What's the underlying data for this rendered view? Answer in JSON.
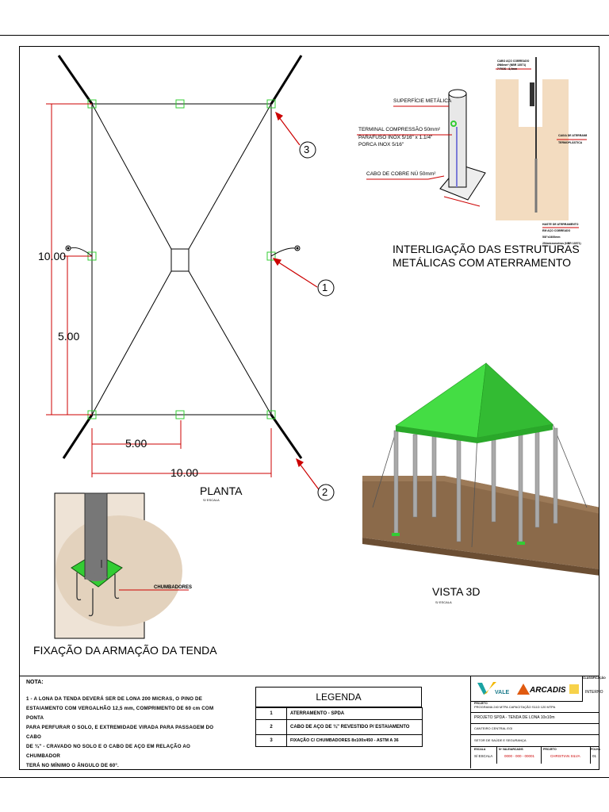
{
  "drawing": {
    "plan": {
      "title": "PLANTA",
      "scale": "S/ ESCALA",
      "dim_height_total": "10.00",
      "dim_height_half": "5.00",
      "dim_width_half": "5.00",
      "dim_width_total": "10.00",
      "callouts": [
        "1",
        "2",
        "3"
      ]
    },
    "detail_ground": {
      "title": "INTERLIGAÇÃO DAS ESTRUTURAS METÁLICAS COM ATERRAMENTO",
      "title_line1": "INTERLIGAÇÃO DAS ESTRUTURAS",
      "title_line2": "METÁLICAS COM ATERRAMENTO",
      "label_surface": "SUPERFÍCIE METÁLICA",
      "label_terminal": "TERMINAL  COMPRESSÃO 50mm²",
      "label_screw": "PARAFUSO INOX 5/16\" x 1.1/4\"",
      "label_nut": "PORCA INOX 5/16\"",
      "label_cable": "CABO DE COBRE NÚ 50mm²"
    },
    "view_3d": {
      "title": "VISTA 3D",
      "scale": "S/ ESCALA"
    },
    "detail_fix": {
      "title": "FIXAÇÃO DA ARMAÇÃO DA TENDA",
      "label_anchor": "CHUMBADORES"
    }
  },
  "notes": {
    "header": "NOTA:",
    "lines": [
      "1 - A LONA DA TENDA DEVERÁ SER DE LONA 200 MICRAS, O PINO DE",
      "ESTAIAMENTO COM VERGALHÃO 12,5 mm, COMPRIMENTO DE 60 cm COM PONTA",
      "PARA PERFURAR O SOLO, E EXTREMIDADE VIRADA PARA PASSAGEM DO CABO",
      "DE ¾\" - CRAVADO NO SOLO E O CABO DE AÇO EM RELAÇÃO AO CHUMBADOR",
      "TERÁ NO MÍNIMO O ÂNGULO DE 60°."
    ]
  },
  "legend": {
    "title": "LEGENDA",
    "rows": [
      {
        "num": "1",
        "text": "ATERRAMENTO - SPDA"
      },
      {
        "num": "2",
        "text": "CABO DE AÇO DE ¾\" REVESTIDO P/ ESTAIAMENTO"
      },
      {
        "num": "3",
        "text": "FIXAÇÃO C/ CHUMBADORES 8x100x450 - ASTM A 36"
      }
    ]
  },
  "title_block": {
    "logo_vale": "VALE",
    "logo_arcadis": "ARCADIS",
    "classification_label": "CLASSIFICAÇÃO",
    "classification_value": "INTERNO",
    "project_label": "PROJETO",
    "program": "PROGRAMA 240 MTPA CAPACITAÇÃO S11D 120 MTPA",
    "project_title": "PROJETO SPDA - TENDA DE LONA 10x10m",
    "site": "CANTEIRO CENTRAL EGI",
    "sector": "SETOR DE SAÚDE E SEGURANÇA",
    "scale_label": "ESCALA",
    "scale_value": "S/ ESCALA",
    "number_label": "Nº VALE/ARCADIS",
    "number_value": "0000 - 000 - 00001",
    "author_label": "PROJETO",
    "author_value": "CHRISTIAN SILVA",
    "sheet_label": "FOLHA",
    "sheet_value": "01"
  },
  "colors": {
    "dimension_red": "#cc0000",
    "tent_green": "#33cc33",
    "ground_brown": "#8b6a4a",
    "pipe_gray": "#8a8a8a",
    "soil_beige": "#f3dcc0"
  }
}
